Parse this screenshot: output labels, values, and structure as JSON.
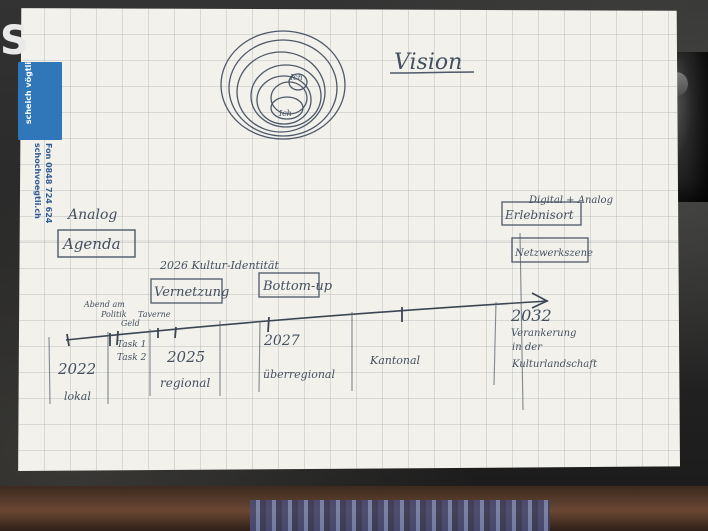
{
  "photo": {
    "corner_fragment": "S",
    "blue_tab_text": "scheich vögtli",
    "side_print": {
      "phone": "Fon 0848 724 624",
      "website": "schochvoegtli.ch"
    }
  },
  "drawing": {
    "title": "Vision",
    "left_block": {
      "top_label": "Analog",
      "box_label": "Agenda"
    },
    "upper_notes": {
      "note_2026": "2026 Kultur-Identität",
      "box_vernetzung": "Vernetzung",
      "box_bottom": "Bottom-up"
    },
    "timeline_notes": {
      "abend": "Abend am",
      "politik": "Politik",
      "tavern": "Taverne",
      "geld": "Geld"
    },
    "timeline_labels": {
      "year_a": "2022",
      "year_b": "2025",
      "year_c": "2027",
      "year_d": "2032",
      "lokal": "lokal",
      "regional": "regional",
      "ueberregional": "überregional",
      "kantonal": "Kantonal",
      "task_1": "Task 1",
      "task_2": "Task 2"
    },
    "right_block": {
      "top_label": "Digital + Analog",
      "box_1": "Erlebnisort",
      "box_2": "Netzwerkszene",
      "future_text_line1": "Verankerung",
      "future_text_line2": "in der",
      "future_text_line3": "Kulturlandschaft"
    },
    "scribble_labels": {
      "upper": "Ich",
      "lower": "Ich"
    }
  }
}
